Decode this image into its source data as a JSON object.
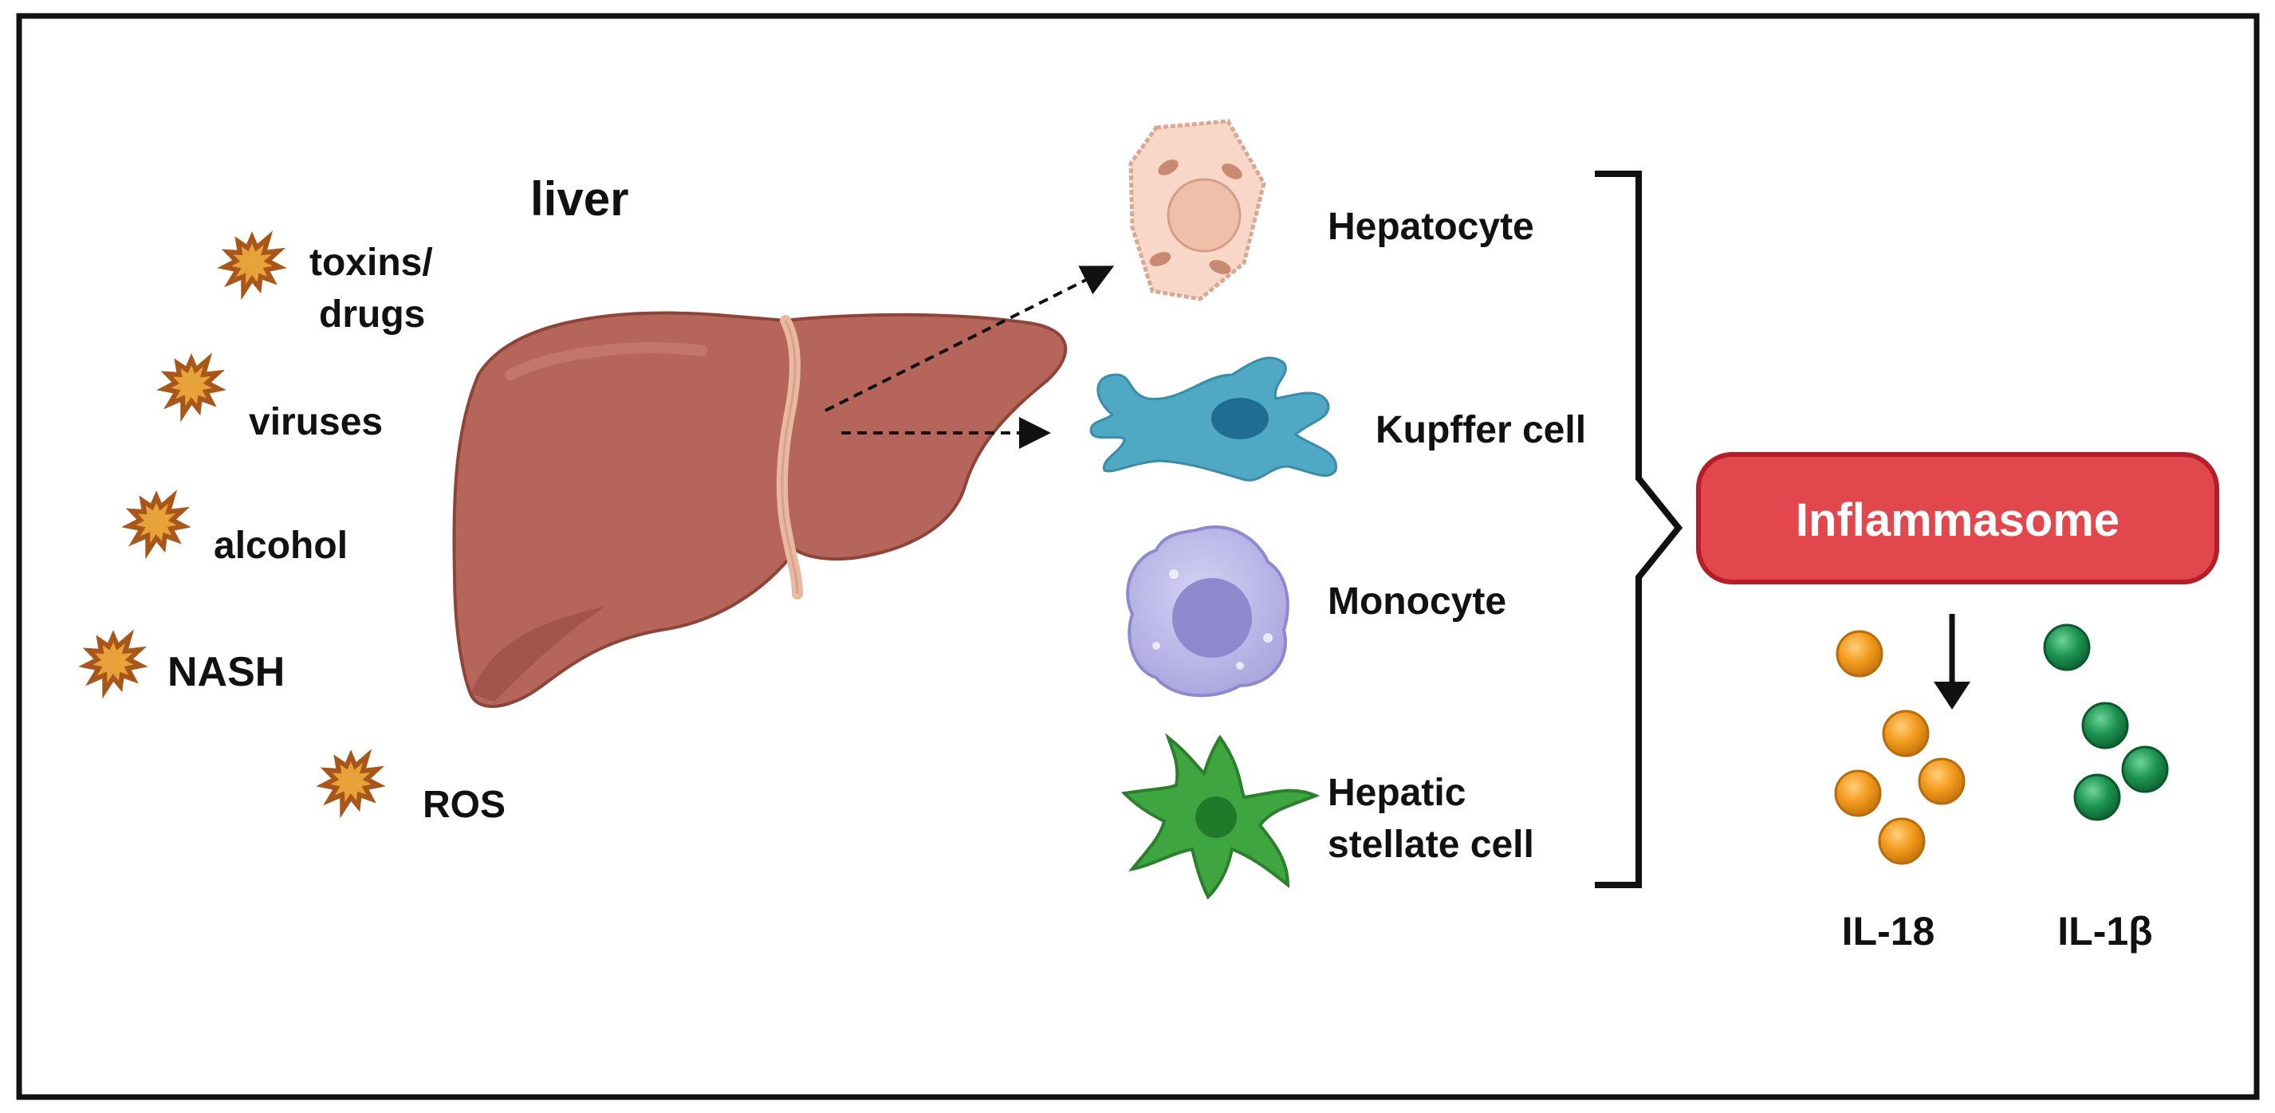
{
  "diagram": {
    "organ_label": "liver",
    "triggers": [
      {
        "line1": "toxins/",
        "line2": "drugs"
      },
      {
        "line1": "viruses"
      },
      {
        "line1": "alcohol"
      },
      {
        "line1": "NASH"
      },
      {
        "line1": "ROS"
      }
    ],
    "cells": [
      {
        "line1": "Hepatocyte"
      },
      {
        "line1": "Kupffer cell"
      },
      {
        "line1": "Monocyte"
      },
      {
        "line1": "Hepatic",
        "line2": "stellate cell"
      }
    ],
    "complex_label": "Inflammasome",
    "cytokines": [
      {
        "label": "IL-18"
      },
      {
        "label": "IL-1β"
      }
    ]
  },
  "colors": {
    "frame": "#111111",
    "starburst_fill": "#E8A23A",
    "starburst_stroke": "#A8561A",
    "liver": "#B5655A",
    "ligament": "#E9B8A0",
    "hepatocyte": "#F8D7C8",
    "kupffer": "#4FA8C4",
    "kupffer_nucleus": "#1F6E92",
    "monocyte": "#B9B6E6",
    "monocyte_nucleus": "#8E89CF",
    "stellate": "#3FA540",
    "stellate_nucleus": "#1F7A2A",
    "inflammasome": "#E2474E",
    "inflammasome_stroke": "#B51E27",
    "il18": "#F19A1D",
    "il1b": "#1E9452"
  }
}
